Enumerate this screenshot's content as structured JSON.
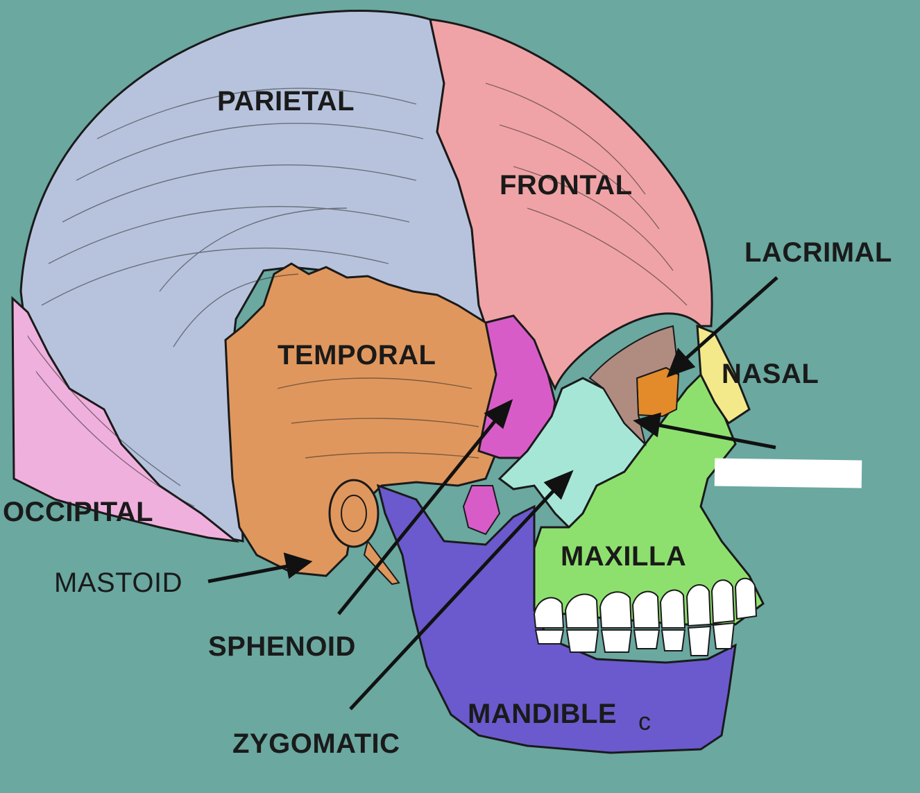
{
  "labels": {
    "parietal": "PARIETAL",
    "frontal": "FRONTAL",
    "lacrimal": "LACRIMAL",
    "nasal": "NASAL",
    "temporal": "TEMPORAL",
    "occipital": "OCCIPITAL",
    "mastoid": "MASTOID",
    "sphenoid": "SPHENOID",
    "maxilla": "MAXILLA",
    "mandible": "MANDIBLE",
    "zygomatic": "ZYGOMATIC",
    "stray_mark": "c"
  },
  "colors": {
    "background": "#6aa8a0",
    "parietal": "#b7c3dd",
    "frontal": "#f0a3a6",
    "temporal": "#e0975d",
    "occipital": "#f0b0dd",
    "sphenoid": "#d85cc8",
    "zygomatic": "#a6e6d6",
    "maxilla": "#8ee06e",
    "mandible": "#6a5acd",
    "nasal": "#f3e98a",
    "lacrimal": "#e38a2a",
    "teeth": "#ffffff",
    "outline": "#1a1a1a"
  }
}
